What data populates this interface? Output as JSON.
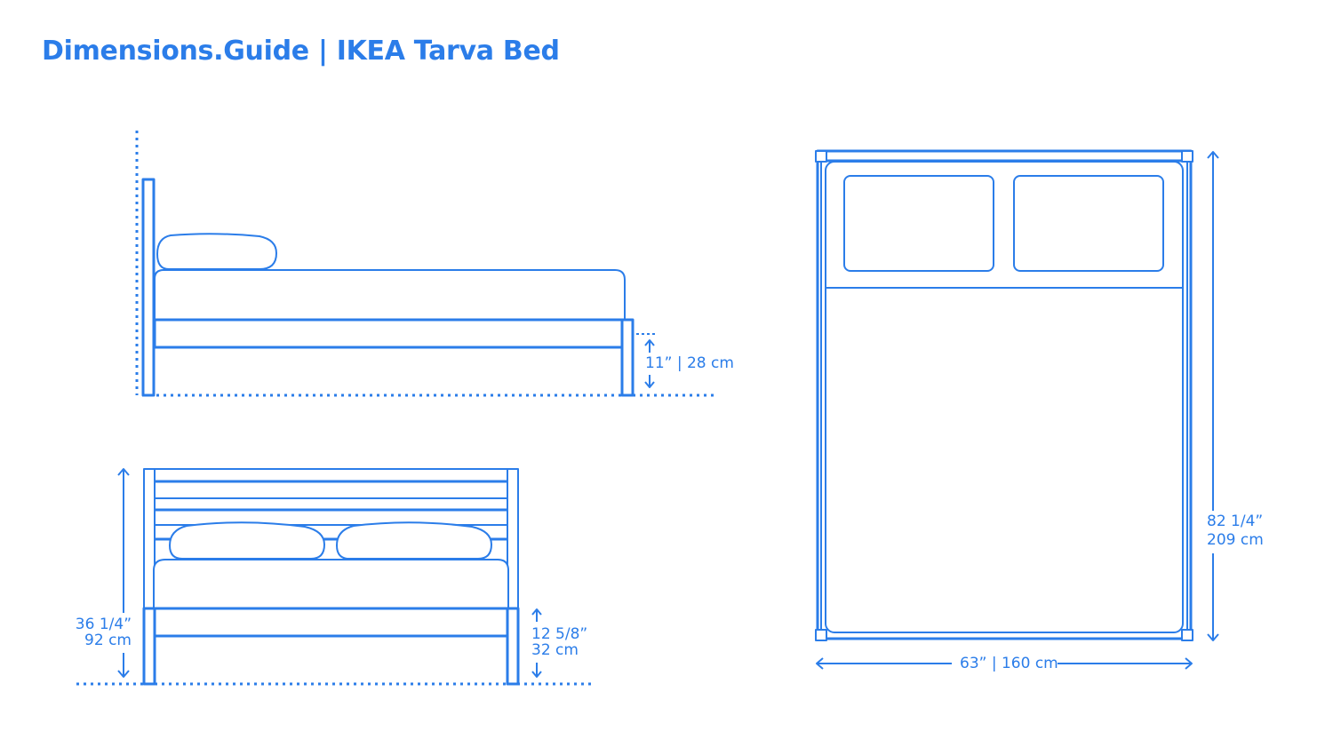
{
  "title": "Dimensions.Guide | IKEA Tarva Bed",
  "accent_color": "#2b7de9",
  "dimensions": {
    "clearance": "11” | 28 cm",
    "height_in": "36 1/4”",
    "height_cm": "92 cm",
    "rail_height_in": "12 5/8”",
    "rail_height_cm": "32 cm",
    "length_in": "82 1/4”",
    "length_cm": "209 cm",
    "width": "63” | 160 cm"
  }
}
